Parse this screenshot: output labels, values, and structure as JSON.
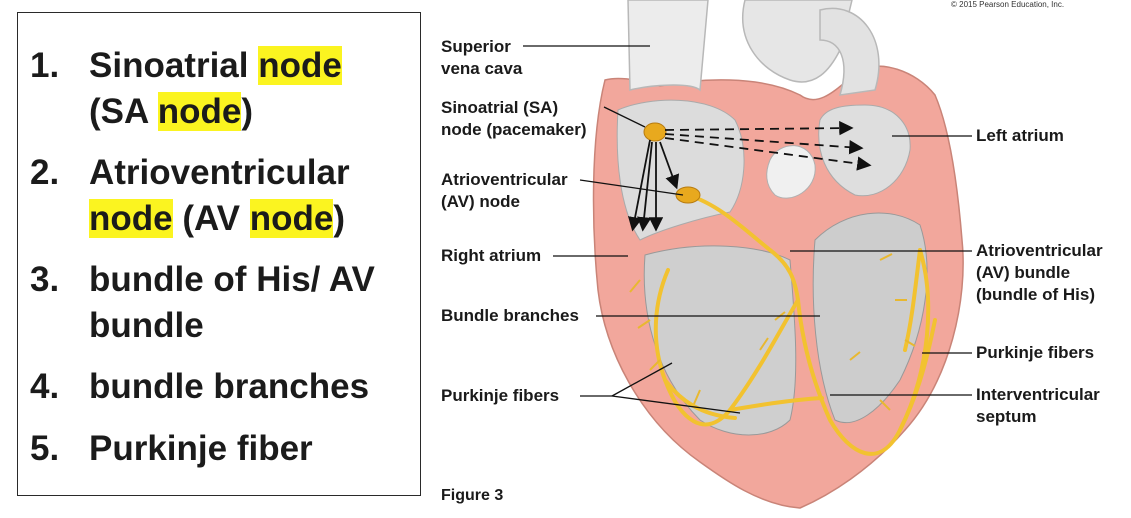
{
  "list": {
    "items": [
      {
        "num": "1.",
        "line1_a": "Sinoatrial ",
        "line1_hl": "node",
        "line2_a": "(SA ",
        "line2_hl": "node",
        "line2_b": ")"
      },
      {
        "num": "2.",
        "line1_a": "Atrioventricular",
        "line2_hl": "node",
        "line2_b": " (AV ",
        "line2_hl2": "node",
        "line2_c": ")"
      },
      {
        "num": "3.",
        "line1_a": "bundle of His/ AV",
        "line2_a": "bundle"
      },
      {
        "num": "4.",
        "line1_a": "bundle branches"
      },
      {
        "num": "5.",
        "line1_a": "Purkinje fiber"
      }
    ]
  },
  "diagram": {
    "copyright": "© 2015 Pearson Education, Inc.",
    "figure_caption": "Figure 3",
    "labels": {
      "svc_1": "Superior",
      "svc_2": "vena cava",
      "sa_1": "Sinoatrial (SA)",
      "sa_2": "node (pacemaker)",
      "av_1": "Atrioventricular",
      "av_2": "(AV) node",
      "right_atrium": "Right atrium",
      "bundle_branches": "Bundle branches",
      "purkinje_left": "Purkinje fibers",
      "left_atrium": "Left atrium",
      "avb_1": "Atrioventricular",
      "avb_2": "(AV) bundle",
      "avb_3": "(bundle of His)",
      "purkinje_right": "Purkinje fibers",
      "septum_1": "Interventricular",
      "septum_2": "septum"
    }
  },
  "colors": {
    "highlight": "#fbf420",
    "conduction": "#f2c230",
    "myocardium": "#f2a79c",
    "chamber": "#d9d9d9"
  }
}
